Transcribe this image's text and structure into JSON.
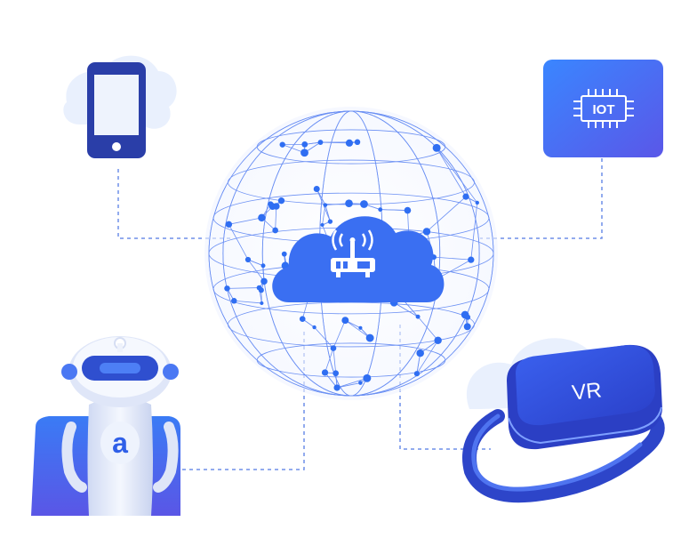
{
  "diagram": {
    "center_icon": "cloud-router-icon",
    "devices": [
      {
        "id": "phone",
        "icon": "smartphone-icon"
      },
      {
        "id": "iot",
        "icon": "chip-icon",
        "label": "IOT"
      },
      {
        "id": "robot",
        "icon": "robot-icon",
        "label": "a"
      },
      {
        "id": "vr",
        "icon": "vr-headset-icon",
        "label": "VR"
      }
    ]
  },
  "colors": {
    "primary": "#2f6ef2",
    "dark_blue": "#2a3ea8",
    "light_blue": "#e9f0fd",
    "line": "#6f8fe8"
  }
}
